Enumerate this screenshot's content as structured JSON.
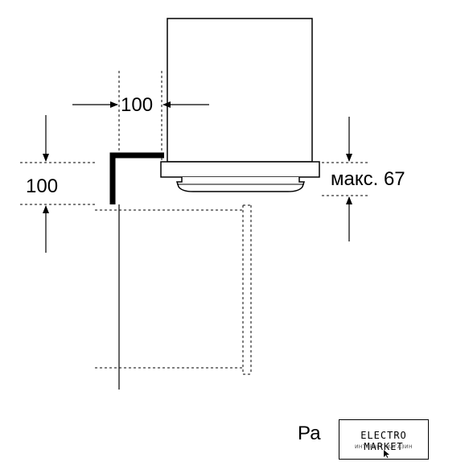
{
  "dimensions": {
    "horizontal_gap": "100",
    "vertical_gap": "100",
    "max_depth": "макс. 67"
  },
  "footer": {
    "partial_text": "Ра"
  },
  "watermark": {
    "title": "ELECTRO MARKET",
    "subtitle": "ИНТЕРНЕТ-МАГАЗИН"
  }
}
